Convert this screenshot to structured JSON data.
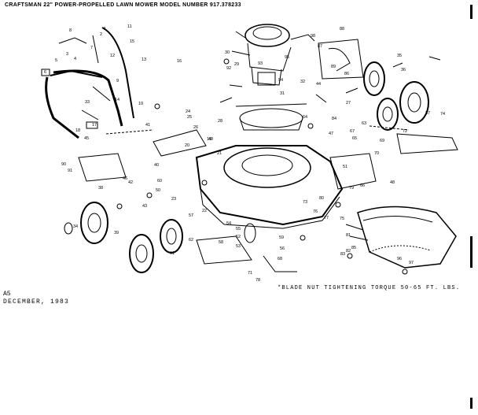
{
  "document": {
    "title": "CRAFTSMAN 22\" POWER-PROPELLED LAWN MOWER MODEL NUMBER 917.378233",
    "note": "*BLADE NUT TIGHTENING TORQUE 50-65 FT. LBS.",
    "page": "A5",
    "date": "DECEMBER, 1983"
  },
  "part_callouts": [
    "1",
    "2",
    "3",
    "4",
    "5",
    "6",
    "7",
    "8",
    "9",
    "10",
    "11",
    "12",
    "13",
    "14",
    "15",
    "16",
    "17",
    "18",
    "19",
    "20",
    "21",
    "22",
    "23",
    "24",
    "25",
    "26",
    "27",
    "28",
    "29",
    "30",
    "31",
    "32",
    "33",
    "34",
    "35",
    "36",
    "37",
    "38",
    "39",
    "40",
    "41",
    "42",
    "43",
    "44",
    "45",
    "46",
    "47",
    "48",
    "49",
    "50",
    "51",
    "52",
    "53",
    "54",
    "55",
    "56",
    "57",
    "58",
    "59",
    "60",
    "61",
    "62",
    "63",
    "64",
    "65",
    "66",
    "67",
    "68",
    "69",
    "70",
    "71",
    "72",
    "73",
    "74",
    "75",
    "76",
    "77",
    "78",
    "79",
    "80",
    "81",
    "82",
    "83",
    "84",
    "85",
    "86",
    "87",
    "88",
    "89",
    "90",
    "91",
    "92",
    "93",
    "94",
    "95",
    "96",
    "97",
    "98"
  ],
  "icons": {
    "wheel": "wheel-icon",
    "engine": "engine-icon",
    "deck": "mower-deck-icon",
    "handle": "handle-icon",
    "bag": "grass-bag-icon"
  }
}
